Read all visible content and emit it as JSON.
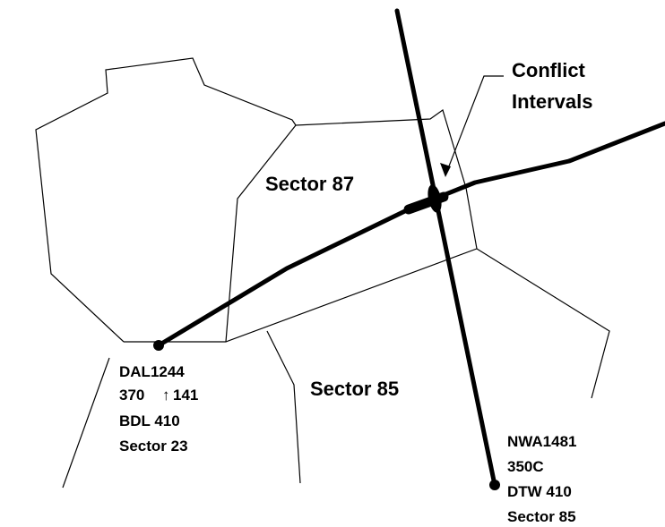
{
  "sectors": {
    "sector87": "Sector 87",
    "sector85": "Sector 85"
  },
  "conflict": {
    "line1": "Conflict",
    "line2": "Intervals"
  },
  "aircraft_dal": {
    "callsign": "DAL1244",
    "altitude_prefix": "370",
    "arrow": "↑",
    "altitude_target": "141",
    "route": "BDL 410",
    "sector": "Sector 23"
  },
  "aircraft_nwa": {
    "callsign": "NWA1481",
    "altitude": "350C",
    "route": "DTW 410",
    "sector": "Sector 85"
  }
}
